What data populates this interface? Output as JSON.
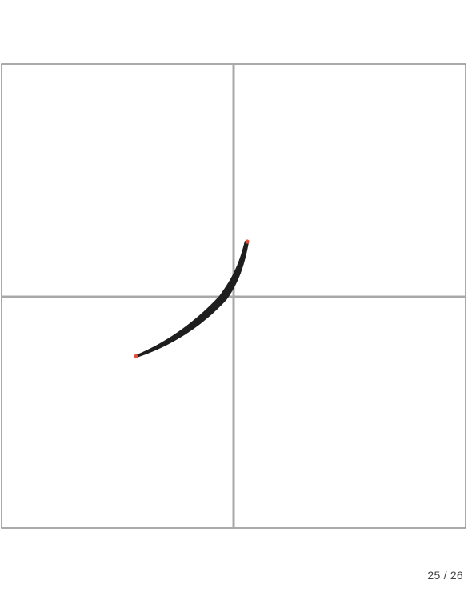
{
  "practice_grid": {
    "grid_color": "#a8a8a8",
    "border_color": "#8e8e8e",
    "guides": "cross"
  },
  "stroke": {
    "color": "#1e1e1e",
    "endpoint_color": "#e0503a",
    "icon": "brush-stroke-icon"
  },
  "pager": {
    "current": "25",
    "separator": "/",
    "total": "26"
  }
}
